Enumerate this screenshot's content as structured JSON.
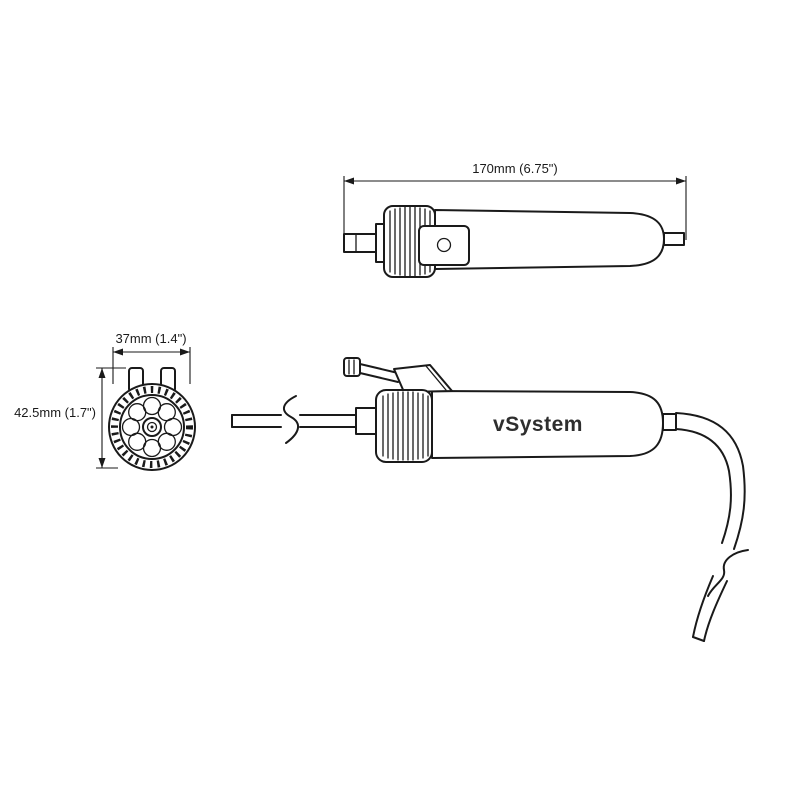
{
  "drawing": {
    "brand_label": "vSystem",
    "dimensions": {
      "length": "170mm (6.75\")",
      "width": "37mm (1.4\")",
      "height": "42.5mm (1.7\")"
    }
  }
}
